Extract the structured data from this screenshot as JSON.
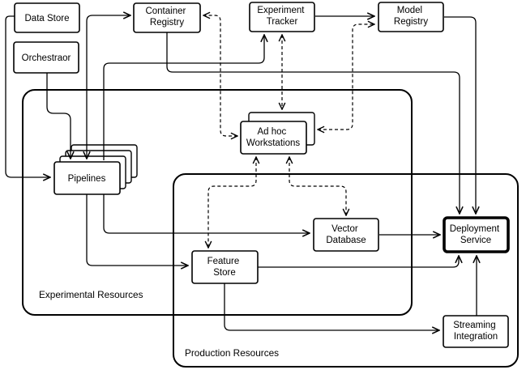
{
  "diagram": {
    "type": "architecture-diagram",
    "colors": {
      "background": "#ffffff",
      "line": "#000000",
      "node_fill": "#ffffff",
      "node_border": "#000000"
    },
    "groups": {
      "experimental": {
        "label": "Experimental Resources"
      },
      "production": {
        "label": "Production Resources"
      }
    },
    "nodes": {
      "data_store": {
        "lines": [
          "Data Store"
        ]
      },
      "orchestrator": {
        "lines": [
          "Orchestraor"
        ]
      },
      "container_registry": {
        "lines": [
          "Container",
          "Registry"
        ]
      },
      "experiment_tracker": {
        "lines": [
          "Experiment",
          "Tracker"
        ]
      },
      "model_registry": {
        "lines": [
          "Model",
          "Registry"
        ]
      },
      "adhoc_workstations": {
        "lines": [
          "Ad hoc",
          "Workstations"
        ],
        "stacked": 2
      },
      "pipelines": {
        "lines": [
          "Pipelines"
        ],
        "stacked": 4
      },
      "vector_database": {
        "lines": [
          "Vector",
          "Database"
        ]
      },
      "deployment_service": {
        "lines": [
          "Deployment",
          "Service"
        ],
        "emphasis": "bold-border"
      },
      "feature_store": {
        "lines": [
          "Feature",
          "Store"
        ]
      },
      "streaming_integration": {
        "lines": [
          "Streaming",
          "Integration"
        ]
      }
    },
    "edges": [
      {
        "from": "data_store",
        "to": "pipelines",
        "style": "solid",
        "bidirectional": false
      },
      {
        "from": "orchestrator",
        "to": "pipelines",
        "style": "solid",
        "bidirectional": false
      },
      {
        "from": "pipelines",
        "to": "container_registry",
        "style": "solid",
        "bidirectional": true
      },
      {
        "from": "pipelines",
        "to": "experiment_tracker",
        "style": "solid",
        "bidirectional": false
      },
      {
        "from": "pipelines",
        "to": "feature_store",
        "style": "solid",
        "bidirectional": false
      },
      {
        "from": "pipelines",
        "to": "vector_database",
        "style": "solid",
        "bidirectional": false
      },
      {
        "from": "experiment_tracker",
        "to": "model_registry",
        "style": "solid",
        "bidirectional": false
      },
      {
        "from": "container_registry",
        "to": "deployment_service",
        "style": "solid",
        "bidirectional": false
      },
      {
        "from": "model_registry",
        "to": "deployment_service",
        "style": "solid",
        "bidirectional": false
      },
      {
        "from": "vector_database",
        "to": "deployment_service",
        "style": "solid",
        "bidirectional": false
      },
      {
        "from": "feature_store",
        "to": "deployment_service",
        "style": "solid",
        "bidirectional": false
      },
      {
        "from": "feature_store",
        "to": "streaming_integration",
        "style": "solid",
        "bidirectional": false
      },
      {
        "from": "streaming_integration",
        "to": "deployment_service",
        "style": "solid",
        "bidirectional": false
      },
      {
        "from": "adhoc_workstations",
        "to": "container_registry",
        "style": "dashed",
        "bidirectional": true
      },
      {
        "from": "adhoc_workstations",
        "to": "experiment_tracker",
        "style": "dashed",
        "bidirectional": true
      },
      {
        "from": "adhoc_workstations",
        "to": "model_registry",
        "style": "dashed",
        "bidirectional": true
      },
      {
        "from": "adhoc_workstations",
        "to": "feature_store",
        "style": "dashed",
        "bidirectional": true
      },
      {
        "from": "adhoc_workstations",
        "to": "vector_database",
        "style": "dashed",
        "bidirectional": true
      }
    ]
  }
}
